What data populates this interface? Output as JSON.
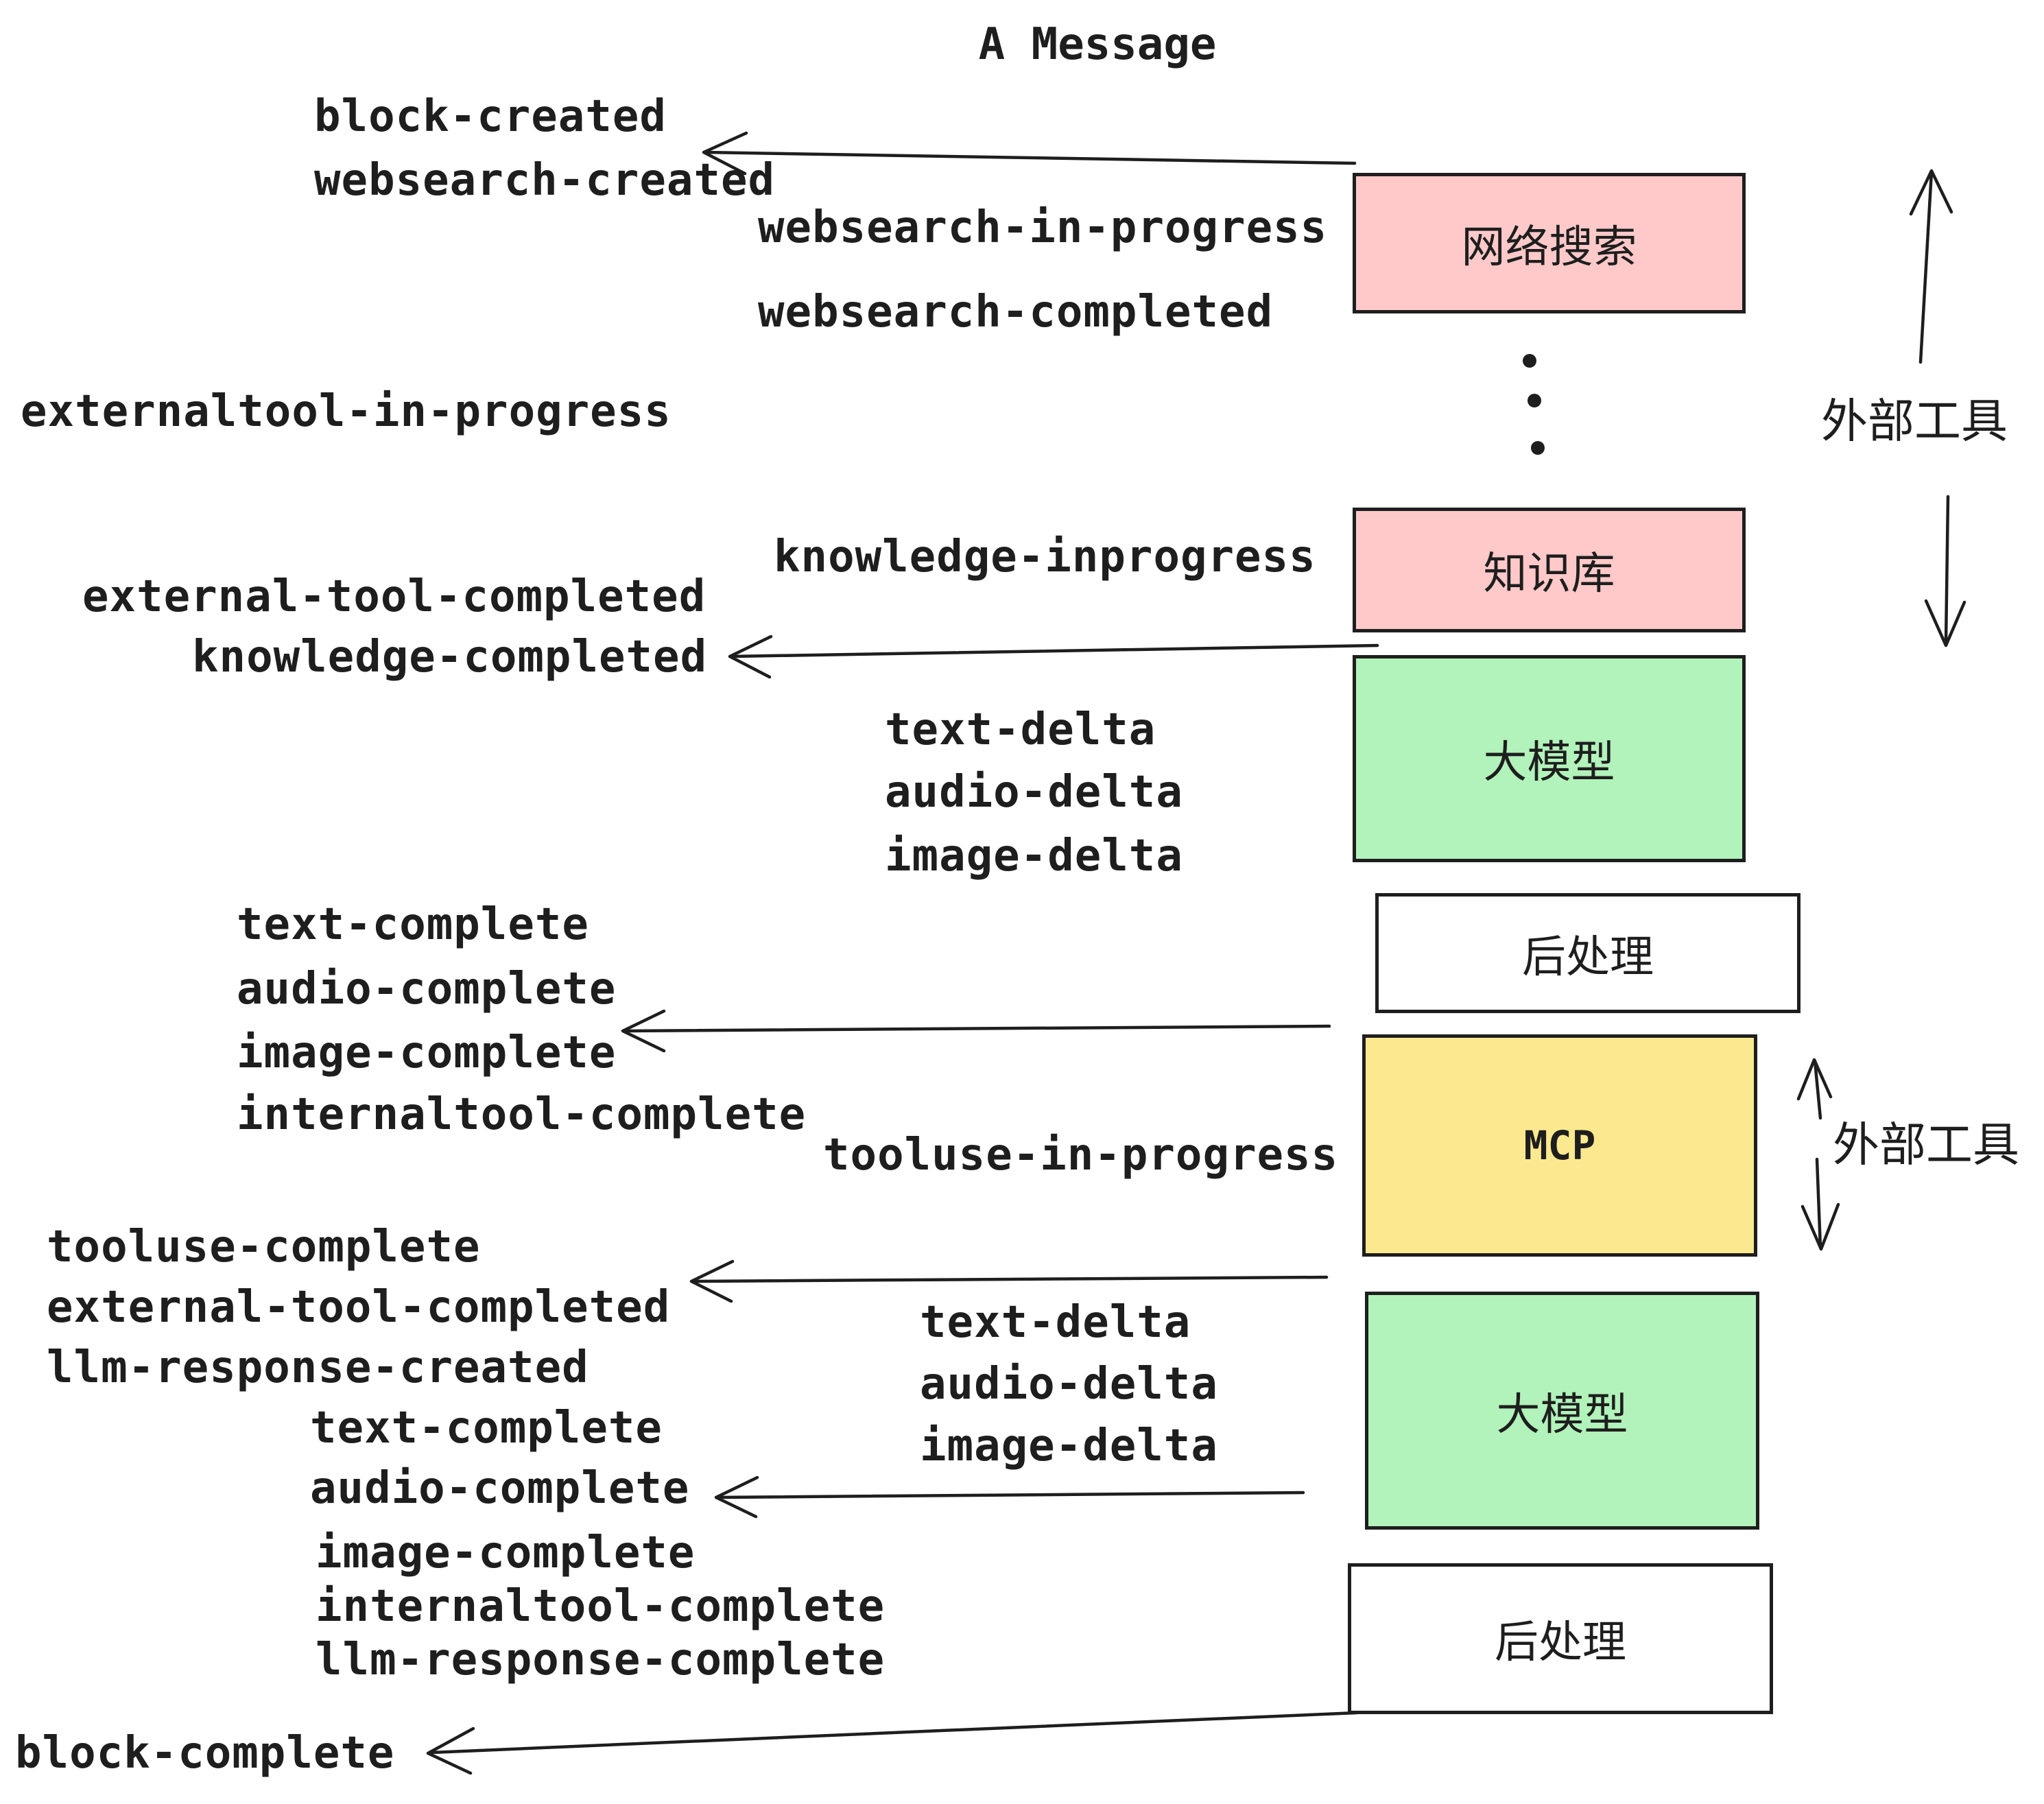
{
  "title": "A Message",
  "events": {
    "block_created": "block-created",
    "websearch_created": "websearch-created",
    "websearch_in_progress": "websearch-in-progress",
    "websearch_completed": "websearch-completed",
    "externaltool_in_progress": "externaltool-in-progress",
    "knowledge_inprogress": "knowledge-inprogress",
    "external_tool_completed_1": "external-tool-completed",
    "knowledge_completed": "knowledge-completed",
    "text_delta_1": "text-delta",
    "audio_delta_1": "audio-delta",
    "image_delta_1": "image-delta",
    "text_complete_1": "text-complete",
    "audio_complete_1": "audio-complete",
    "image_complete_1": "image-complete",
    "internaltool_complete_1": "internaltool-complete",
    "tooluse_in_progress": "tooluse-in-progress",
    "tooluse_complete": "tooluse-complete",
    "external_tool_completed_2": "external-tool-completed",
    "llm_response_created": "llm-response-created",
    "text_complete_2": "text-complete",
    "audio_complete_2": "audio-complete",
    "image_complete_2": "image-complete",
    "internaltool_complete_2": "internaltool-complete",
    "llm_response_complete": "llm-response-complete",
    "block_complete": "block-complete"
  },
  "nodes": {
    "websearch": {
      "label": "网络搜索",
      "fill": "#ffc9c9"
    },
    "knowledge": {
      "label": "知识库",
      "fill": "#ffc9c9"
    },
    "llm_1": {
      "label": "大模型",
      "fill": "#b2f2bb"
    },
    "postprocess_1": {
      "label": "后处理",
      "fill": "#ffffff"
    },
    "mcp": {
      "label": "MCP",
      "fill": "#fce98f"
    },
    "llm_2": {
      "label": "大模型",
      "fill": "#b2f2bb"
    },
    "postprocess_2": {
      "label": "后处理",
      "fill": "#ffffff"
    }
  },
  "annotations": {
    "external_tools_top": "外部工具",
    "external_tools_mid": "外部工具"
  },
  "colors": {
    "stroke": "#1e1e1e",
    "pink": "#ffc9c9",
    "green": "#b2f2bb",
    "yellow": "#fce98f",
    "background": "#ffffff"
  }
}
